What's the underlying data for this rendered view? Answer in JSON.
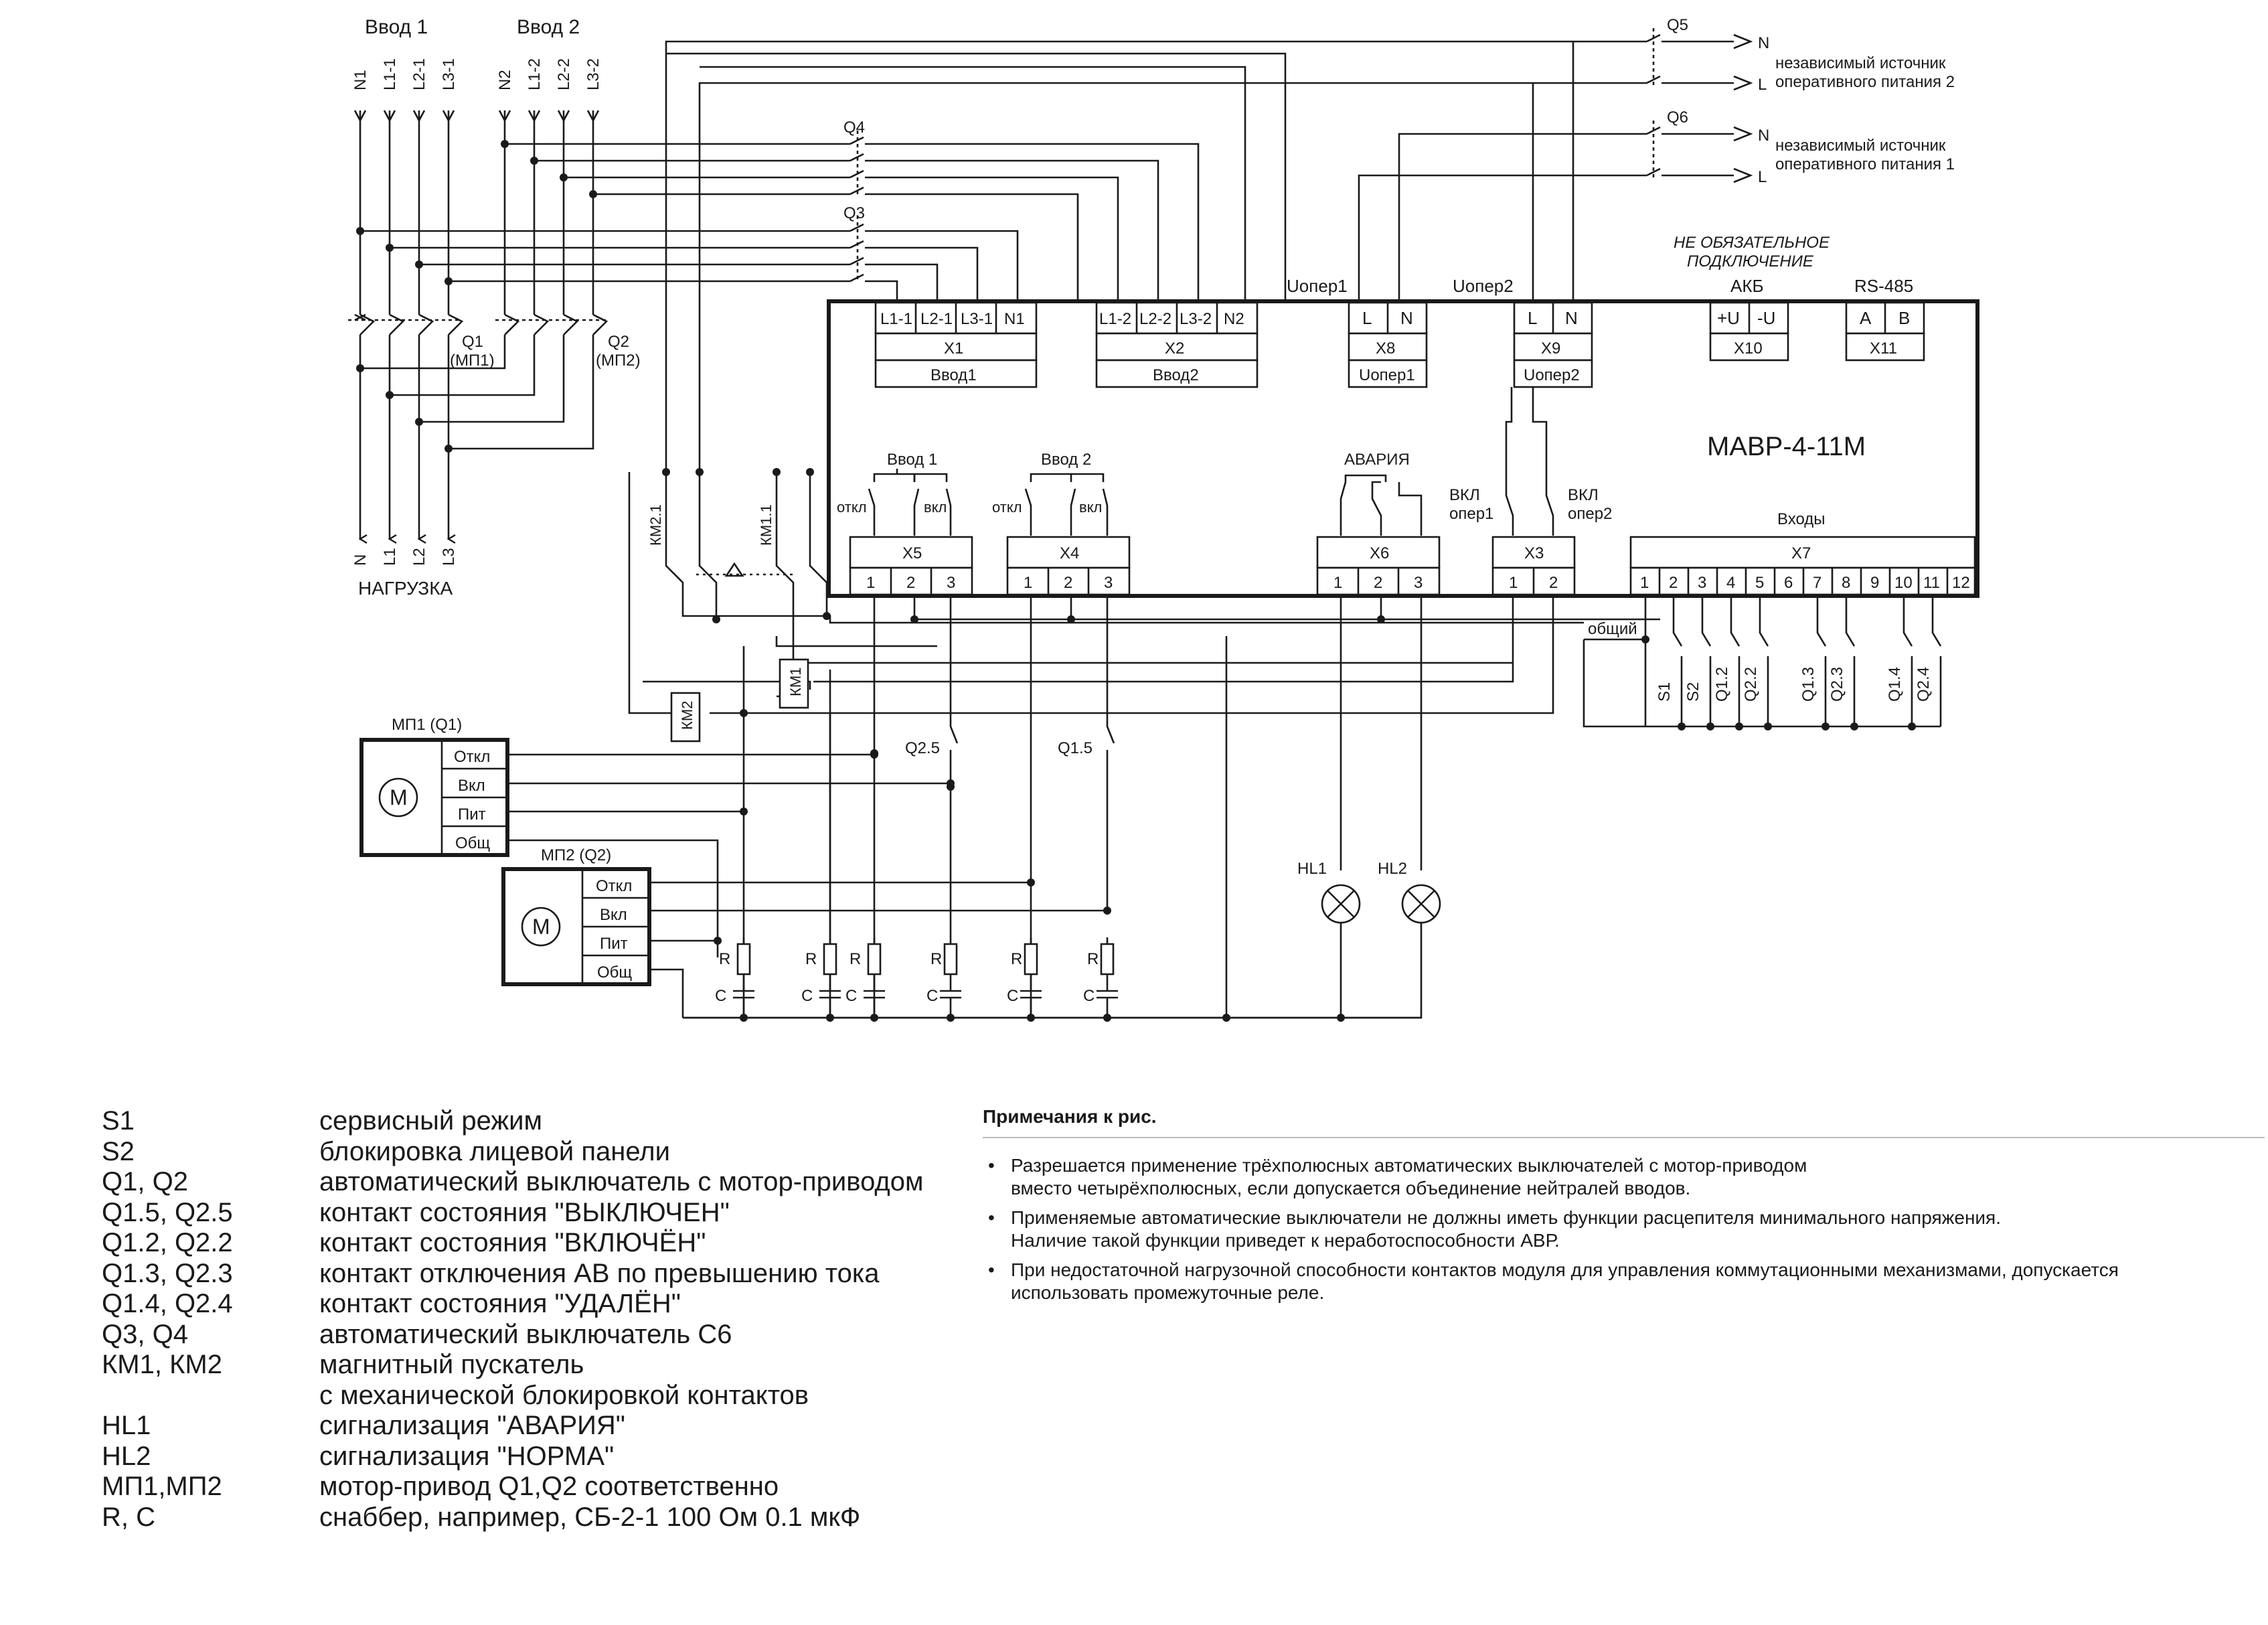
{
  "inputs": {
    "input1": {
      "label": "Ввод 1",
      "lines": [
        "N1",
        "L1-1",
        "L2-1",
        "L3-1"
      ]
    },
    "input2": {
      "label": "Ввод 2",
      "lines": [
        "N2",
        "L1-2",
        "L2-2",
        "L3-2"
      ]
    }
  },
  "load": {
    "label": "НАГРУЗКА",
    "lines": [
      "N",
      "L1",
      "L2",
      "L3"
    ]
  },
  "breakers": {
    "q1": {
      "name": "Q1",
      "sub": "(МП1)"
    },
    "q2": {
      "name": "Q2",
      "sub": "(МП2)"
    },
    "q3": "Q3",
    "q4": "Q4",
    "q5": "Q5",
    "q6": "Q6"
  },
  "aux_sources": {
    "q5": {
      "n": "N",
      "l": "L",
      "text": [
        "независимый источник",
        "оперативного питания 2"
      ]
    },
    "q6": {
      "n": "N",
      "l": "L",
      "text": [
        "независимый источник",
        "оперативного питания 1"
      ]
    }
  },
  "module": {
    "name": "МАВР-4-11М",
    "optional": [
      "НЕ ОБЯЗАТЕЛЬНОЕ",
      "ПОДКЛЮЧЕНИЕ"
    ],
    "x1": {
      "pins": [
        "L1-1",
        "L2-1",
        "L3-1",
        "N1"
      ],
      "name": "X1",
      "caption": "Ввод1"
    },
    "x2": {
      "pins": [
        "L1-2",
        "L2-2",
        "L3-2",
        "N2"
      ],
      "name": "X2",
      "caption": "Ввод2"
    },
    "x8": {
      "top": "Uопер1",
      "pins": [
        "L",
        "N"
      ],
      "name": "X8",
      "caption": "Uопер1"
    },
    "x9": {
      "top": "Uопер2",
      "pins": [
        "L",
        "N"
      ],
      "name": "X9",
      "caption": "Uопер2"
    },
    "x10": {
      "top": "АКБ",
      "pins": [
        "+U",
        "-U"
      ],
      "name": "X10"
    },
    "x11": {
      "top": "RS-485",
      "pins": [
        "A",
        "B"
      ],
      "name": "X11"
    },
    "x5": {
      "title": "Ввод 1",
      "off": "откл",
      "on": "вкл",
      "name": "X5",
      "pins": [
        "1",
        "2",
        "3"
      ]
    },
    "x4": {
      "title": "Ввод 2",
      "off": "откл",
      "on": "вкл",
      "name": "X4",
      "pins": [
        "1",
        "2",
        "3"
      ]
    },
    "x6": {
      "title": "АВАРИЯ",
      "name": "X6",
      "pins": [
        "1",
        "2",
        "3"
      ]
    },
    "x3": {
      "name": "X3",
      "pins": [
        "1",
        "2"
      ],
      "on1": [
        "ВКЛ",
        "опер1"
      ],
      "on2": [
        "ВКЛ",
        "опер2"
      ]
    },
    "x7": {
      "title": "Входы",
      "name": "X7",
      "pins": [
        "1",
        "2",
        "3",
        "4",
        "5",
        "6",
        "7",
        "8",
        "9",
        "10",
        "11",
        "12"
      ],
      "common": "общий"
    }
  },
  "inputs_contacts": [
    "S1",
    "S2",
    "Q1.2",
    "Q2.2",
    "Q1.3",
    "Q2.3",
    "Q1.4",
    "Q2.4"
  ],
  "contactors": {
    "km1": "КМ1",
    "km2": "КМ2",
    "km1_1": "КМ1.1",
    "km2_1": "КМ2.1"
  },
  "aux_contacts": {
    "q25": "Q2.5",
    "q15": "Q1.5"
  },
  "motors": {
    "mp1": {
      "title": "МП1 (Q1)",
      "symbol": "M",
      "terms": [
        "Откл",
        "Вкл",
        "Пит",
        "Общ"
      ]
    },
    "mp2": {
      "title": "МП2 (Q2)",
      "symbol": "M",
      "terms": [
        "Откл",
        "Вкл",
        "Пит",
        "Общ"
      ]
    }
  },
  "lamps": [
    "HL1",
    "HL2"
  ],
  "snubber": {
    "r": "R",
    "c": "C"
  },
  "legend": [
    {
      "sym": "S1",
      "desc": "сервисный режим"
    },
    {
      "sym": "S2",
      "desc": "блокировка лицевой панели"
    },
    {
      "sym": "Q1, Q2",
      "desc": "автоматический выключатель с мотор-приводом"
    },
    {
      "sym": "Q1.5, Q2.5",
      "desc": "контакт состояния \"ВЫКЛЮЧЕН\""
    },
    {
      "sym": "Q1.2, Q2.2",
      "desc": "контакт состояния \"ВКЛЮЧЁН\""
    },
    {
      "sym": "Q1.3, Q2.3",
      "desc": "контакт отключения АВ по превышению тока"
    },
    {
      "sym": "Q1.4, Q2.4",
      "desc": "контакт состояния \"УДАЛЁН\""
    },
    {
      "sym": "Q3,    Q4",
      "desc": "автоматический выключатель С6"
    },
    {
      "sym": "КМ1, КМ2",
      "desc": "магнитный пускатель"
    },
    {
      "sym": "",
      "desc": "с механической блокировкой контактов"
    },
    {
      "sym": "HL1",
      "desc": "сигнализация \"АВАРИЯ\""
    },
    {
      "sym": "HL2",
      "desc": "сигнализация \"НОРМА\""
    },
    {
      "sym": "МП1,МП2",
      "desc": "мотор-привод Q1,Q2 соответственно"
    },
    {
      "sym": "R, C",
      "desc": "снаббер, например, СБ-2-1 100 Ом 0.1 мкФ"
    }
  ],
  "notes": {
    "title": "Примечания к рис.",
    "items": [
      [
        "Разрешается применение трёхполюсных автоматических выключателей с мотор-приводом",
        "вместо четырёхполюсных, если допускается объединение нейтралей вводов."
      ],
      [
        "Применяемые автоматические выключатели не должны иметь функции расцепителя минимального напряжения.",
        "Наличие такой функции приведет к неработоспособности АВР."
      ],
      [
        "При недостаточной нагрузочной способности контактов модуля для управления коммутационными механизмами, допускается",
        "использовать промежуточные реле."
      ]
    ]
  }
}
